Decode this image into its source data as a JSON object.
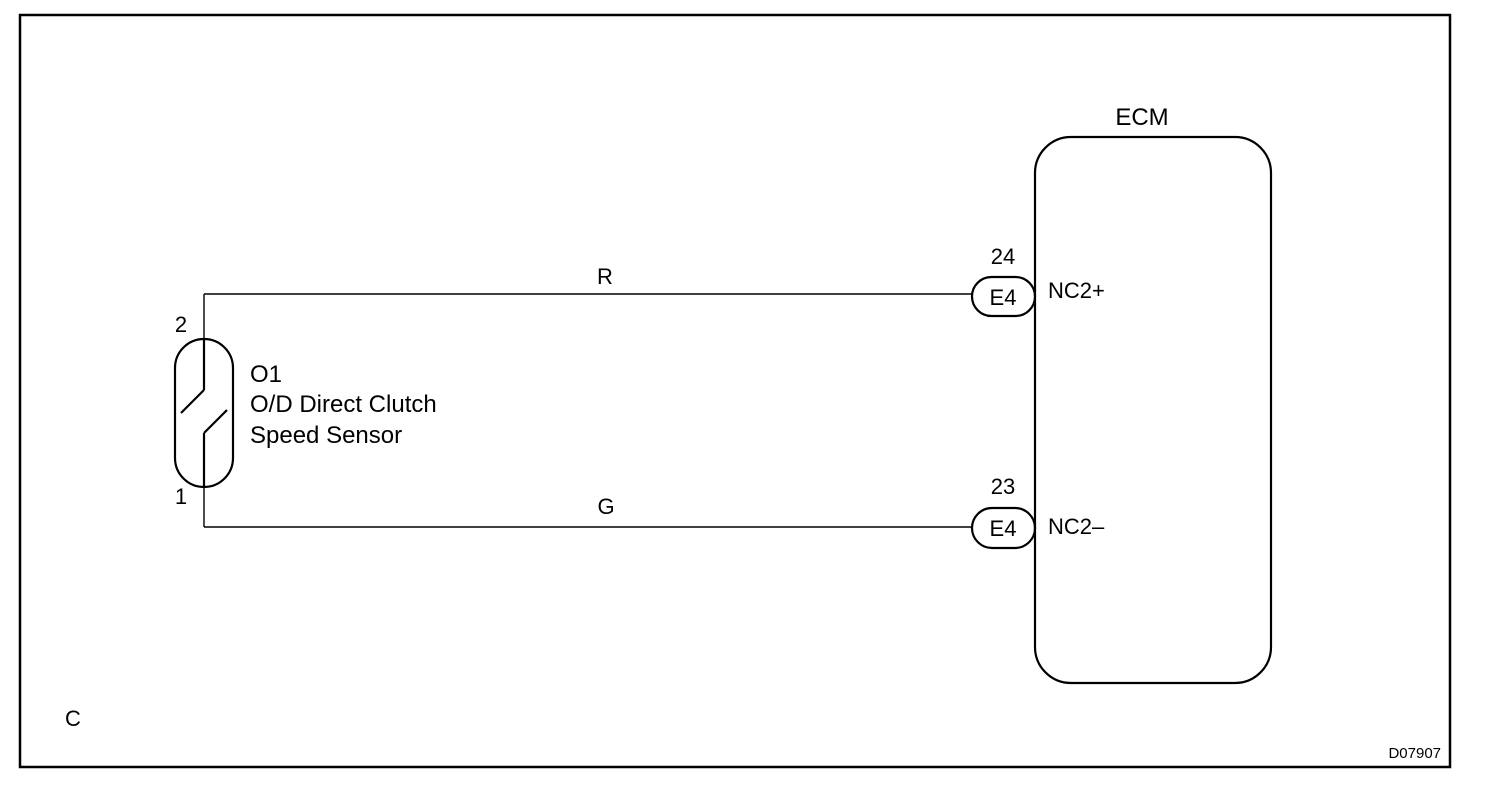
{
  "ecm": {
    "label": "ECM",
    "pins": [
      {
        "number": "24",
        "connector": "E4",
        "name": "NC2+"
      },
      {
        "number": "23",
        "connector": "E4",
        "name": "NC2–"
      }
    ]
  },
  "sensor": {
    "code": "O1",
    "name_line1": "O/D Direct Clutch",
    "name_line2": "Speed Sensor",
    "pin_top": "2",
    "pin_bottom": "1"
  },
  "wires": [
    {
      "color_code": "R"
    },
    {
      "color_code": "G"
    }
  ],
  "corner_label": "C",
  "figure_id": "D07907"
}
